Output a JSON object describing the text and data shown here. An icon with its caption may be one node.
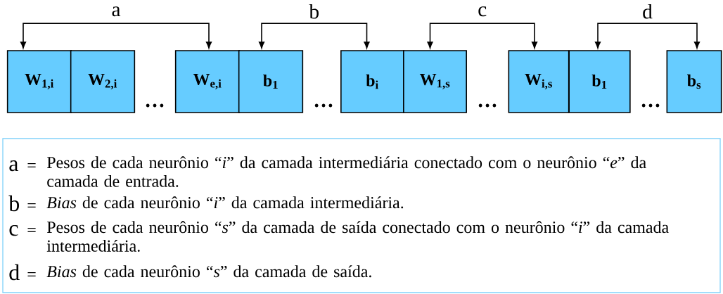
{
  "diagram": {
    "nodes": [
      {
        "text": [
          "W$_{1,i}$"
        ]
      },
      {
        "text": [
          "W$_{2,i}$"
        ]
      },
      {
        "text": [
          "W$_{e,i}$"
        ]
      },
      {
        "text": [
          "b$_{1}$"
        ]
      },
      {
        "text": [
          "b$_{i}$"
        ]
      },
      {
        "text": [
          "W$_{1,s}$"
        ]
      },
      {
        "text": [
          "W$_{i,s}$"
        ]
      },
      {
        "text": [
          "b$_{1}$"
        ]
      },
      {
        "text": [
          "b$_{s}$"
        ]
      },
      {
        "text": [
          "a",
          "=",
          "Pesos de cada neurônio “*i*” da camada intermediária conectado com o neurônio “*e*” da camada de entrada.",
          "b",
          "=",
          "*Bias* de cada neurônio “*i*” da camada intermediária.",
          "c",
          "=",
          "Pesos de cada neurônio “*s*” da camada de saída conectado com o neurônio “*i*” da camada intermediária.",
          "d",
          "=",
          "*Bias* de cada neurônio “*s*” da camada de saída."
        ]
      }
    ],
    "edges": [
      {
        "from": 0,
        "to": 2,
        "arrow": "both",
        "label": "a"
      },
      {
        "from": 3,
        "to": 4,
        "arrow": "both",
        "label": "b"
      },
      {
        "from": 5,
        "to": 6,
        "arrow": "both",
        "label": "c"
      },
      {
        "from": 7,
        "to": 8,
        "arrow": "both",
        "label": "d"
      }
    ],
    "labels": [
      "…",
      "…",
      "…",
      "…"
    ]
  }
}
